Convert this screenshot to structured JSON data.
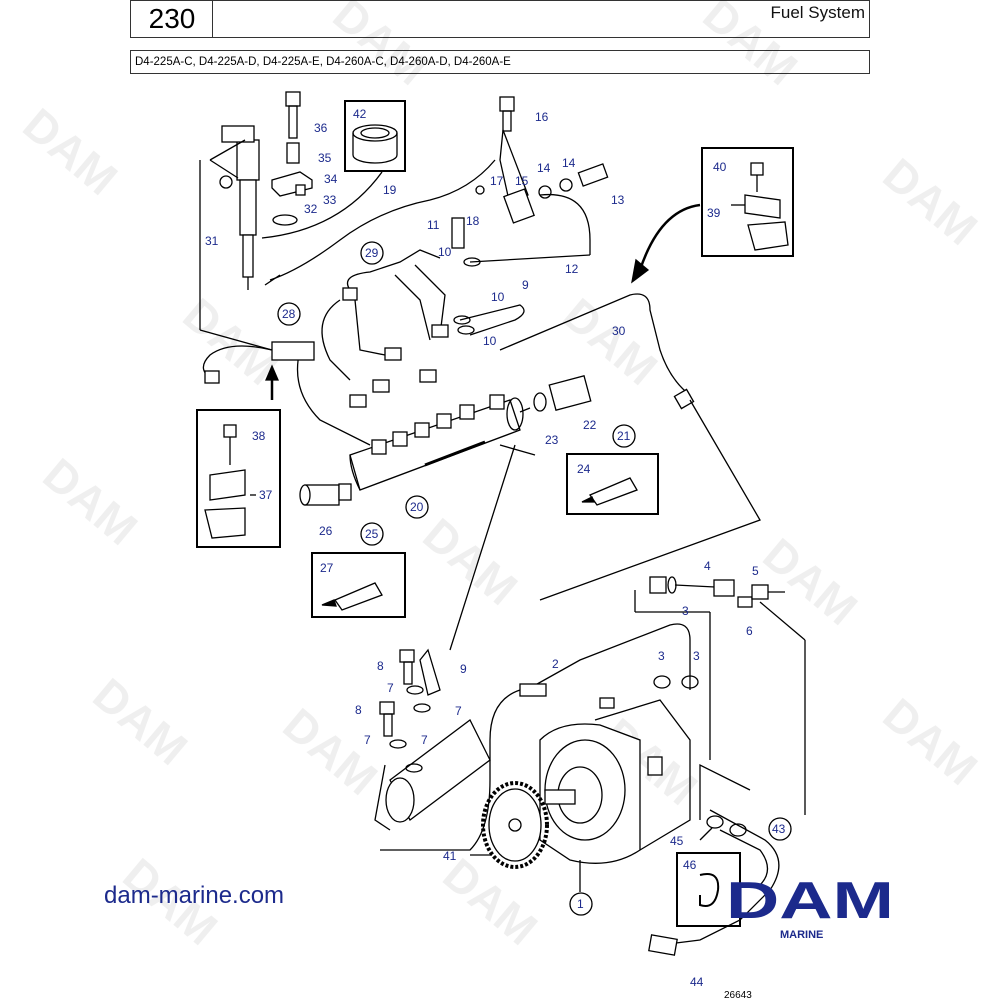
{
  "header": {
    "page_number": "230",
    "title": "Fuel System",
    "models": "D4-225A-C, D4-225A-D, D4-225A-E, D4-260A-C, D4-260A-D, D4-260A-E"
  },
  "watermark": {
    "text": "DAM"
  },
  "footer": {
    "website": "dam-marine.com",
    "logo_text": "DAM",
    "logo_subtext": "MARINE",
    "reference_number": "26643"
  },
  "colors": {
    "label_blue": "#1c2a8c",
    "line": "#000000"
  },
  "callouts": {
    "n1": "1",
    "n2": "2",
    "n3a": "3",
    "n3b": "3",
    "n3c": "3",
    "n4": "4",
    "n5": "5",
    "n6": "6",
    "n7a": "7",
    "n7b": "7",
    "n7c": "7",
    "n7d": "7",
    "n8a": "8",
    "n8b": "8",
    "n9a": "9",
    "n9b": "9",
    "n10a": "10",
    "n10b": "10",
    "n10c": "10",
    "n11": "11",
    "n12": "12",
    "n13": "13",
    "n14a": "14",
    "n14b": "14",
    "n15": "15",
    "n16": "16",
    "n17": "17",
    "n18": "18",
    "n19": "19",
    "n20": "20",
    "n21": "21",
    "n22": "22",
    "n23": "23",
    "n24": "24",
    "n25": "25",
    "n26": "26",
    "n27": "27",
    "n28": "28",
    "n29": "29",
    "n30": "30",
    "n31": "31",
    "n32": "32",
    "n33": "33",
    "n34": "34",
    "n35": "35",
    "n36": "36",
    "n37": "37",
    "n38": "38",
    "n39": "39",
    "n40": "40",
    "n41": "41",
    "n42": "42",
    "n43": "43",
    "n44": "44",
    "n45": "45",
    "n46": "46"
  }
}
